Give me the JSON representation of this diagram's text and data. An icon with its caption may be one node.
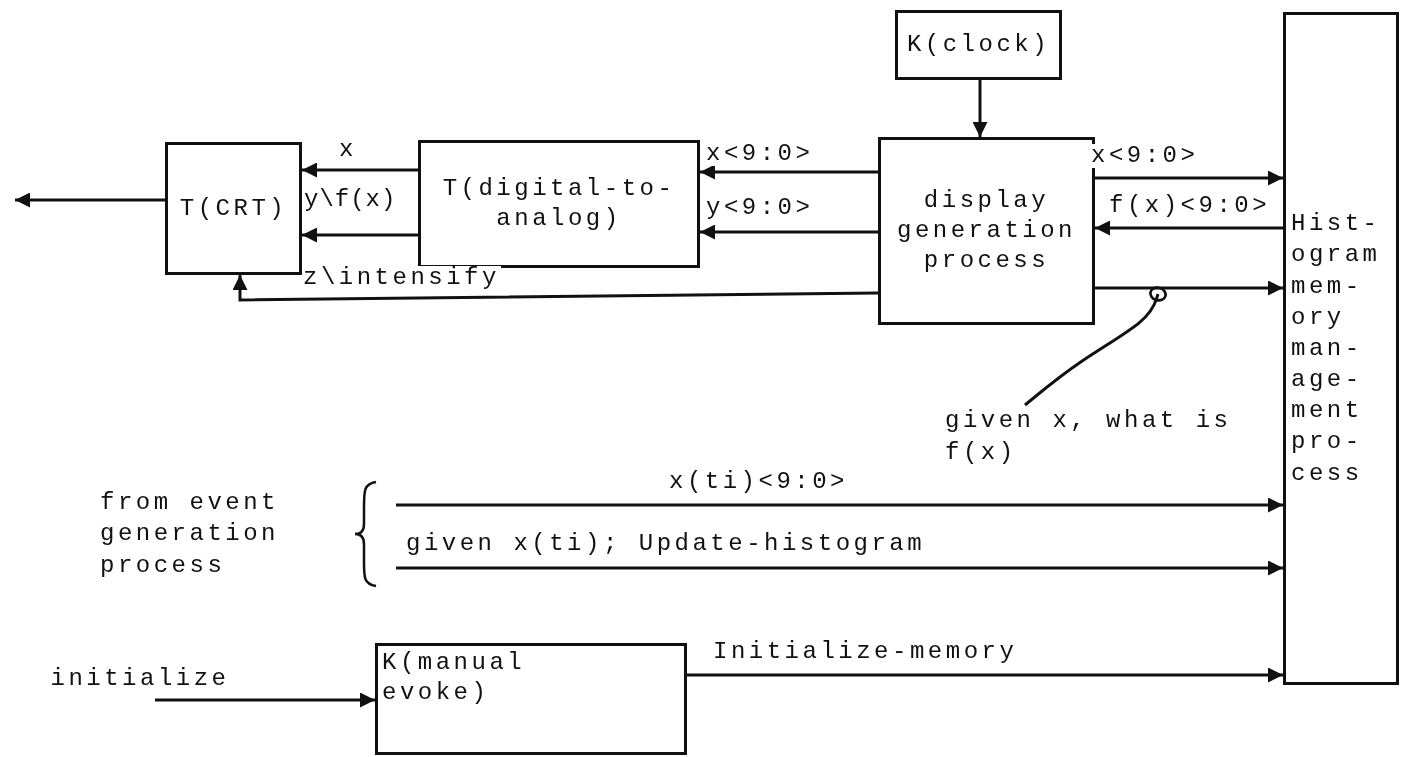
{
  "diagram": {
    "nodes": [
      {
        "text": [
          "K(clock)"
        ]
      },
      {
        "text": [
          "T(CRT)"
        ]
      },
      {
        "text": [
          "T(digital-to- analog)"
        ]
      },
      {
        "text": [
          "display generation process"
        ]
      },
      {
        "text": [
          "Hist- ogram mem- ory man- age- ment pro- cess"
        ]
      },
      {
        "text": [
          "from event generation process"
        ]
      },
      {
        "text": [
          "initialize"
        ]
      },
      {
        "text": [
          "K(manual evoke)"
        ]
      },
      {
        "text": [
          "given x, what is f(x)"
        ]
      }
    ],
    "edges": [
      {
        "from": 0,
        "to": 3,
        "arrow": "to"
      },
      {
        "from": 2,
        "to": 1,
        "arrow": "to",
        "label": "x"
      },
      {
        "from": 2,
        "to": 1,
        "arrow": "to",
        "label": "y\\f(x)"
      },
      {
        "from": 3,
        "to": 2,
        "arrow": "to",
        "label": "x<9:0>"
      },
      {
        "from": 3,
        "to": 2,
        "arrow": "to",
        "label": "y<9:0>"
      },
      {
        "from": 3,
        "to": 1,
        "arrow": "to",
        "label": "z\\intensify"
      },
      {
        "from": 1,
        "to": null,
        "arrow": "to"
      },
      {
        "from": 3,
        "to": 4,
        "arrow": "to",
        "label": "x<9:0>"
      },
      {
        "from": 4,
        "to": 3,
        "arrow": "to",
        "label": "f(x)<9:0>"
      },
      {
        "from": 3,
        "to": 4,
        "arrow": "to"
      },
      {
        "from": 5,
        "to": 4,
        "arrow": "to",
        "label": "x(ti)<9:0>"
      },
      {
        "from": 5,
        "to": 4,
        "arrow": "to",
        "label": "given x(ti); Update-histogram"
      },
      {
        "from": 6,
        "to": 7,
        "arrow": "to"
      },
      {
        "from": 7,
        "to": 4,
        "arrow": "to",
        "label": "Initialize-memory"
      },
      {
        "from": 8,
        "to": null,
        "arrow": "other"
      }
    ]
  }
}
